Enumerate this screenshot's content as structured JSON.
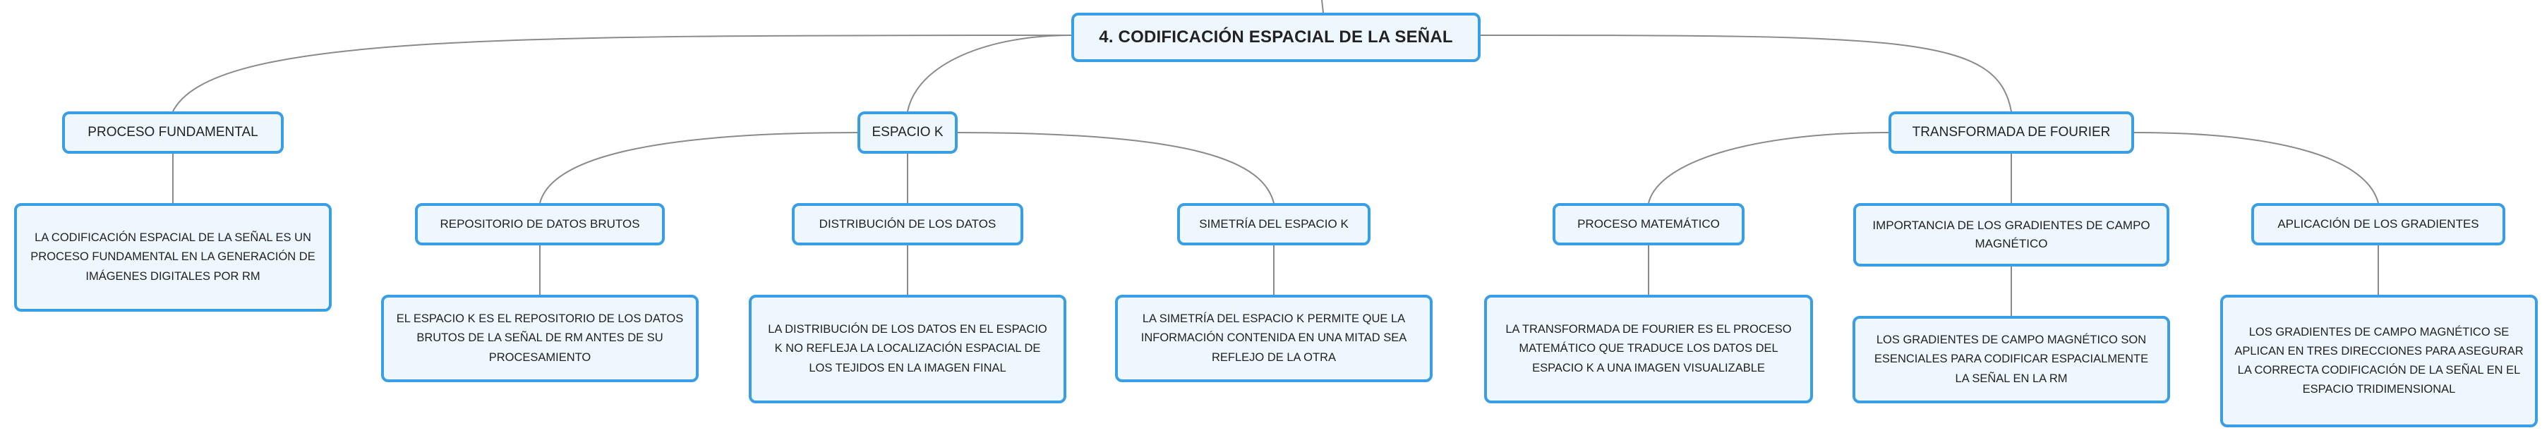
{
  "root": {
    "label": "4. CODIFICACIÓN ESPACIAL DE LA SEÑAL"
  },
  "branches": [
    {
      "label": "PROCESO FUNDAMENTAL",
      "children": [],
      "detail": "LA CODIFICACIÓN ESPACIAL DE LA SEÑAL ES UN PROCESO FUNDAMENTAL EN LA GENERACIÓN DE IMÁGENES DIGITALES POR RM"
    },
    {
      "label": "ESPACIO K",
      "children": [
        {
          "label": "REPOSITORIO DE DATOS BRUTOS",
          "detail": "EL ESPACIO K ES EL REPOSITORIO DE LOS DATOS BRUTOS DE LA SEÑAL DE RM ANTES DE SU PROCESAMIENTO"
        },
        {
          "label": "DISTRIBUCIÓN DE LOS DATOS",
          "detail": "LA DISTRIBUCIÓN DE LOS DATOS EN EL ESPACIO K NO REFLEJA LA LOCALIZACIÓN ESPACIAL DE LOS TEJIDOS EN LA IMAGEN FINAL"
        },
        {
          "label": "SIMETRÍA DEL ESPACIO K",
          "detail": "LA SIMETRÍA DEL ESPACIO K PERMITE QUE LA INFORMACIÓN CONTENIDA EN UNA MITAD SEA REFLEJO DE LA OTRA"
        }
      ]
    },
    {
      "label": "TRANSFORMADA DE FOURIER",
      "children": [
        {
          "label": "PROCESO MATEMÁTICO",
          "detail": "LA TRANSFORMADA DE FOURIER ES EL PROCESO MATEMÁTICO QUE TRADUCE LOS DATOS DEL ESPACIO K A UNA IMAGEN VISUALIZABLE"
        },
        {
          "label": "IMPORTANCIA DE LOS GRADIENTES DE CAMPO MAGNÉTICO",
          "detail": "LOS GRADIENTES DE CAMPO MAGNÉTICO SON ESENCIALES PARA CODIFICAR ESPACIALMENTE LA SEÑAL EN LA RM"
        },
        {
          "label": "APLICACIÓN DE LOS GRADIENTES",
          "detail": "LOS GRADIENTES DE CAMPO MAGNÉTICO SE APLICAN EN TRES DIRECCIONES PARA ASEGURAR LA CORRECTA CODIFICACIÓN DE LA SEÑAL EN EL ESPACIO TRIDIMENSIONAL"
        }
      ]
    }
  ],
  "colors": {
    "node_border": "#3a9ee6",
    "node_fill": "#eef7fd",
    "connector": "#8a8a8a",
    "text": "#222222"
  }
}
